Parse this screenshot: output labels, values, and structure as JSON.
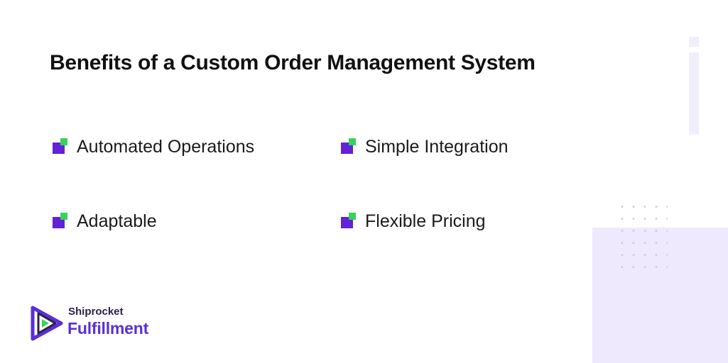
{
  "title": "Benefits of a Custom Order Management System",
  "benefits": [
    {
      "label": "Automated Operations"
    },
    {
      "label": "Simple Integration"
    },
    {
      "label": "Adaptable"
    },
    {
      "label": "Flexible Pricing"
    }
  ],
  "brand": {
    "name_top": "Shiprocket",
    "name_bottom": "Fulfillment"
  },
  "colors": {
    "bullet_square": "#6321d8",
    "bullet_accent": "#34d35a",
    "decor_light": "#efe9fd",
    "brand_purple": "#5a2fd6"
  },
  "icons": {
    "bullet": "bullet-square-icon",
    "logo": "shiprocket-play-logo-icon"
  }
}
